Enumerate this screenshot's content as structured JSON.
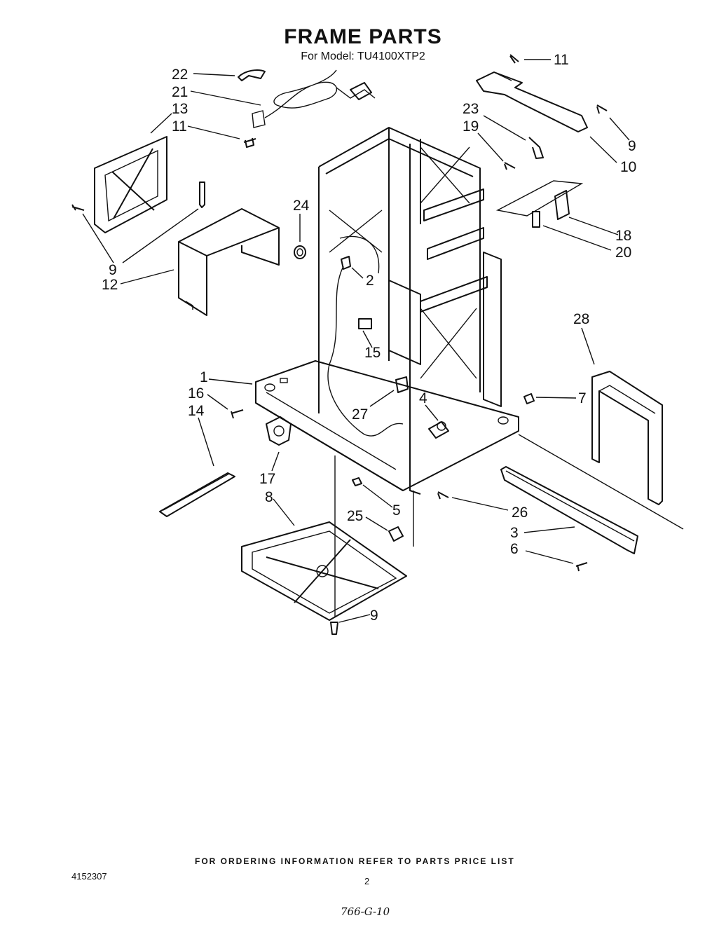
{
  "header": {
    "title": "FRAME PARTS",
    "subtitle": "For Model: TU4100XTP2"
  },
  "footer": {
    "ordering_note": "FOR ORDERING INFORMATION REFER TO PARTS PRICE LIST",
    "document_number": "4152307",
    "page_number": "2",
    "handwritten_note": "766-G-10"
  },
  "callouts": [
    {
      "id": "c22",
      "label": "22"
    },
    {
      "id": "c21",
      "label": "21"
    },
    {
      "id": "c13",
      "label": "13"
    },
    {
      "id": "c11a",
      "label": "11"
    },
    {
      "id": "c9a",
      "label": "9"
    },
    {
      "id": "c12",
      "label": "12"
    },
    {
      "id": "c24",
      "label": "24"
    },
    {
      "id": "c2",
      "label": "2"
    },
    {
      "id": "c15",
      "label": "15"
    },
    {
      "id": "c1",
      "label": "1"
    },
    {
      "id": "c16",
      "label": "16"
    },
    {
      "id": "c14",
      "label": "14"
    },
    {
      "id": "c17",
      "label": "17"
    },
    {
      "id": "c27",
      "label": "27"
    },
    {
      "id": "c4",
      "label": "4"
    },
    {
      "id": "c8",
      "label": "8"
    },
    {
      "id": "c5",
      "label": "5"
    },
    {
      "id": "c25",
      "label": "25"
    },
    {
      "id": "c26",
      "label": "26"
    },
    {
      "id": "c9c",
      "label": "9"
    },
    {
      "id": "c11b",
      "label": "11"
    },
    {
      "id": "c23",
      "label": "23"
    },
    {
      "id": "c19",
      "label": "19"
    },
    {
      "id": "c9b",
      "label": "9"
    },
    {
      "id": "c10",
      "label": "10"
    },
    {
      "id": "c18",
      "label": "18"
    },
    {
      "id": "c20",
      "label": "20"
    },
    {
      "id": "c28",
      "label": "28"
    },
    {
      "id": "c7",
      "label": "7"
    },
    {
      "id": "c3",
      "label": "3"
    },
    {
      "id": "c6",
      "label": "6"
    }
  ]
}
